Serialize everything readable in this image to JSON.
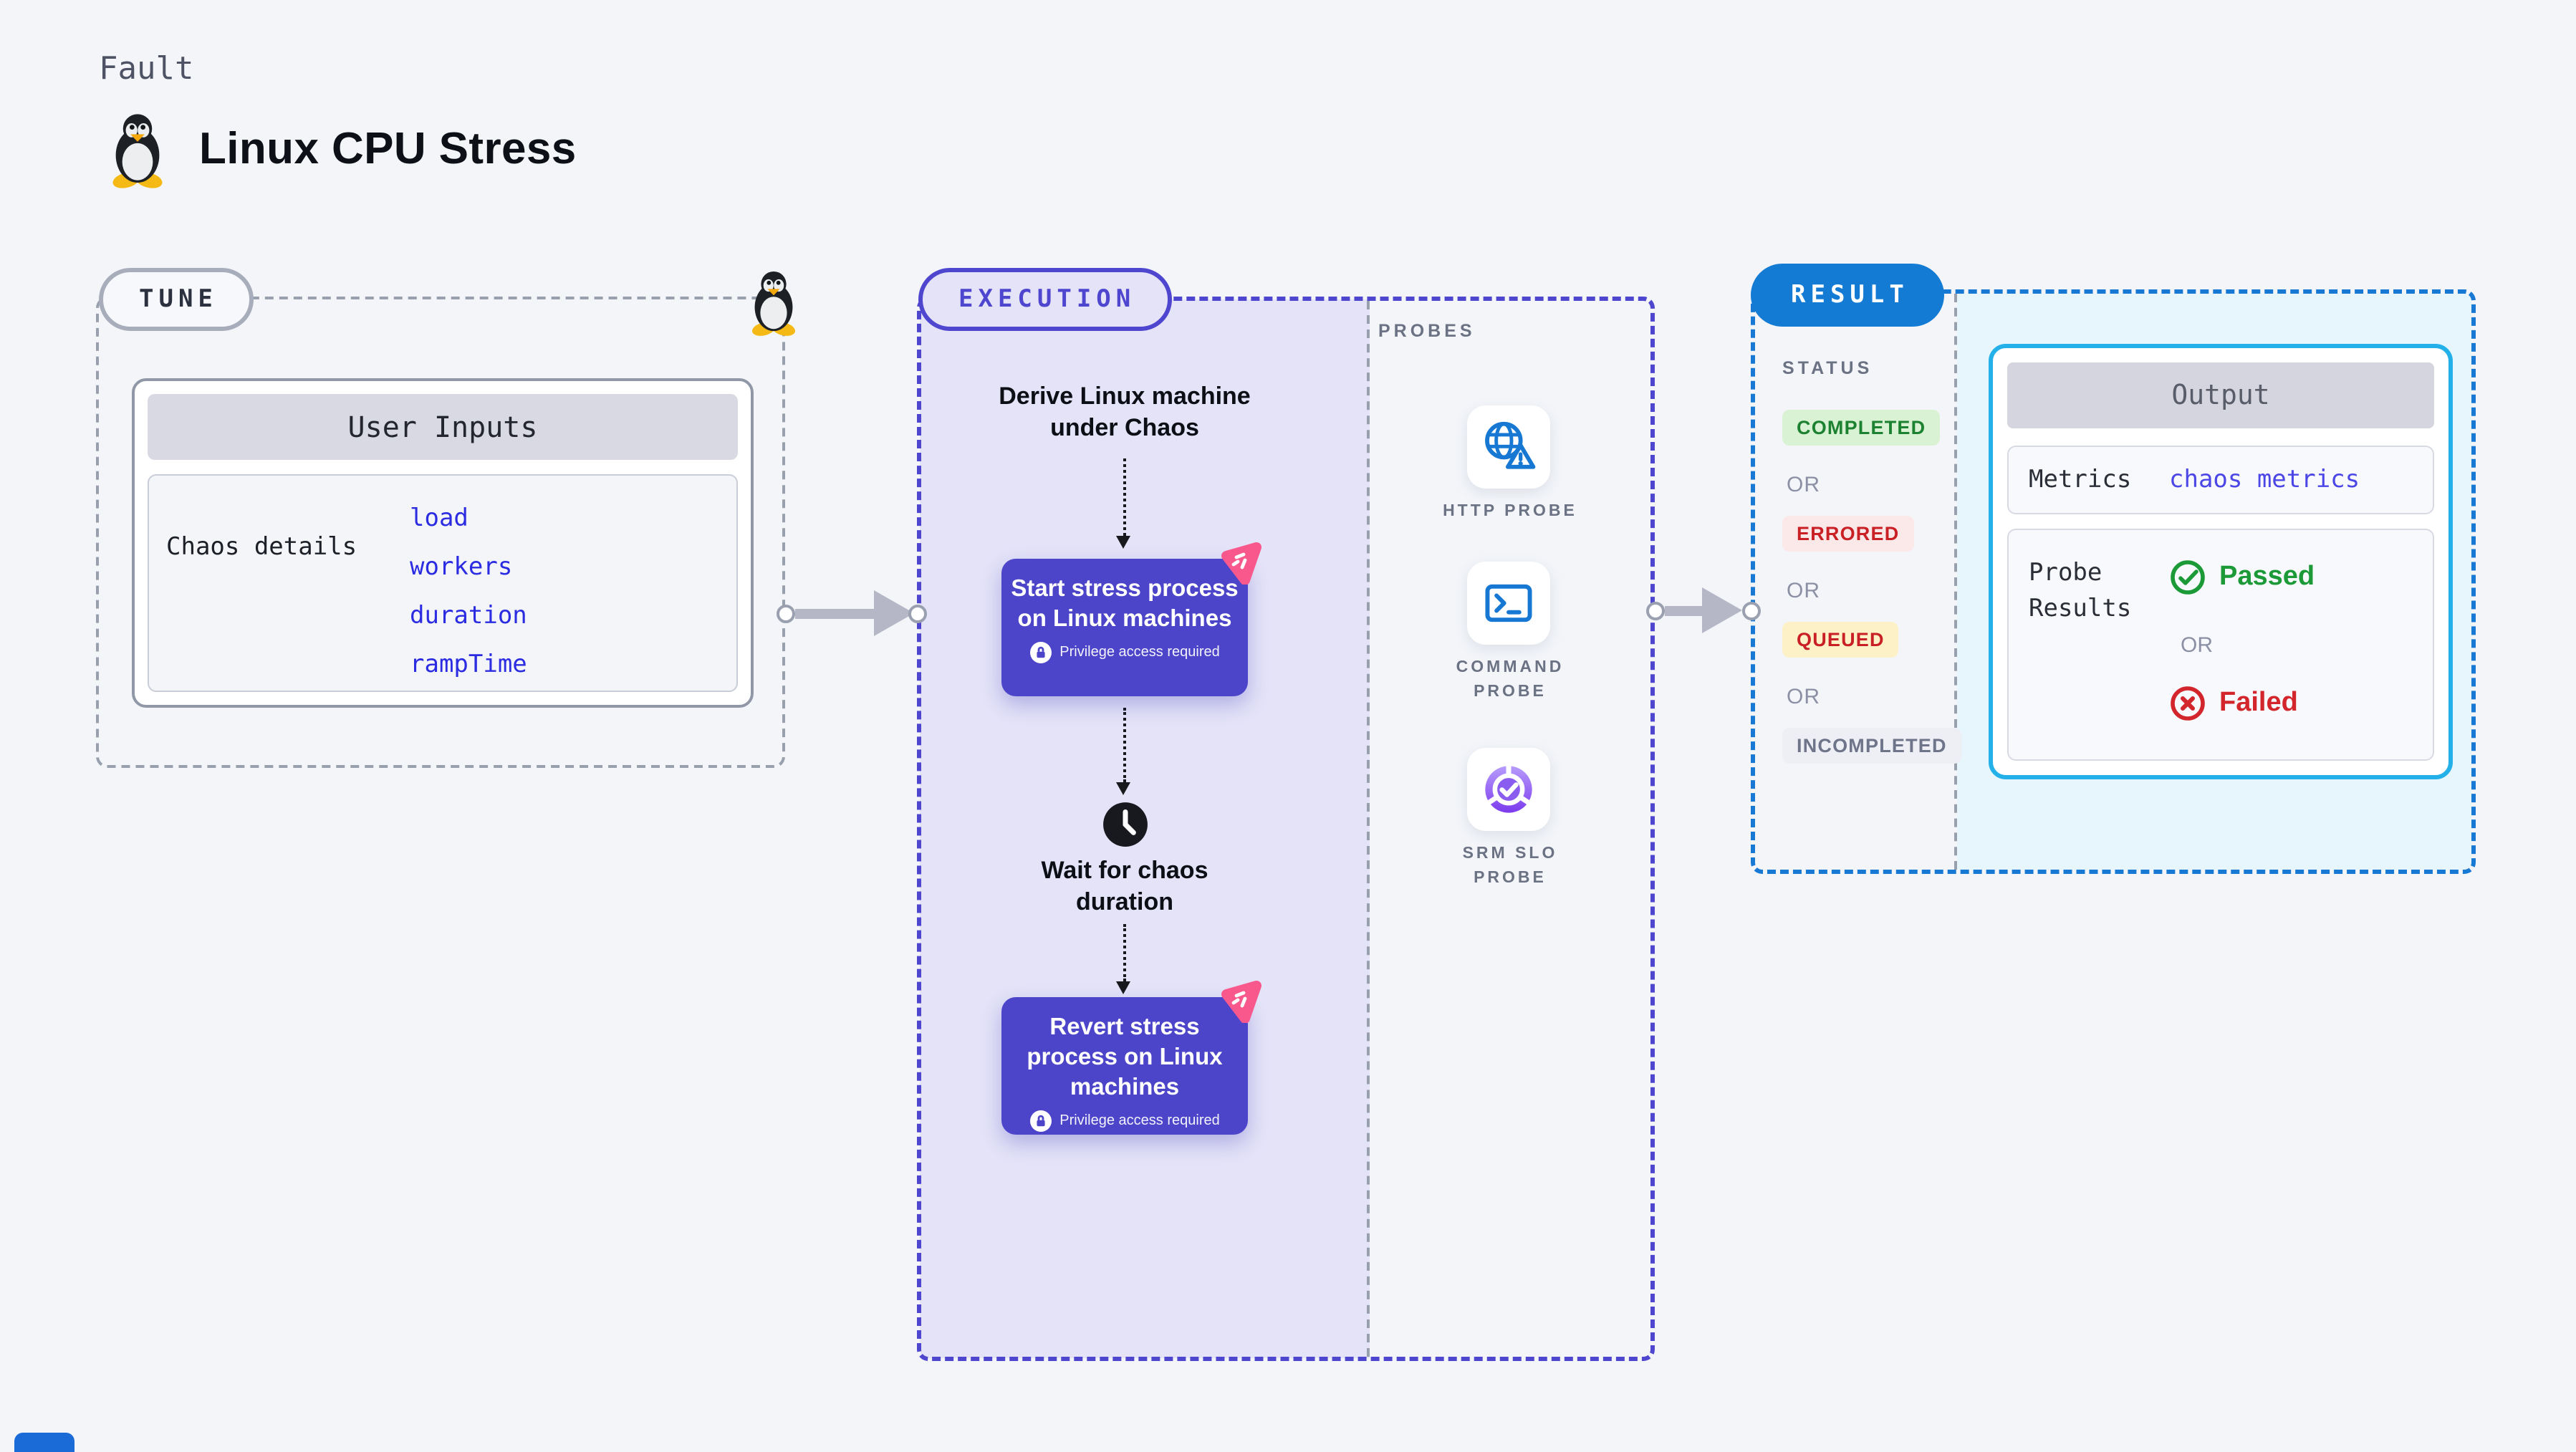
{
  "page": {
    "kicker": "Fault",
    "title": "Linux CPU Stress"
  },
  "tune": {
    "label": "TUNE",
    "card_header": "User Inputs",
    "row_label": "Chaos details",
    "inputs": [
      "load",
      "workers",
      "duration",
      "rampTime"
    ]
  },
  "execution": {
    "label": "EXECUTION",
    "derive_text": "Derive Linux machine under Chaos",
    "start_title": "Start stress process on Linux machines",
    "start_badge": "Privilege access required",
    "wait_text": "Wait for chaos duration",
    "revert_title": "Revert stress process on Linux machines",
    "revert_badge": "Privilege access required"
  },
  "probes": {
    "label": "PROBES",
    "items": [
      {
        "name": "HTTP PROBE",
        "icon": "globe-alert-icon"
      },
      {
        "name": "COMMAND PROBE",
        "icon": "terminal-icon"
      },
      {
        "name": "SRM SLO PROBE",
        "icon": "slo-donut-icon"
      }
    ]
  },
  "result": {
    "label": "RESULT",
    "status_label": "STATUS",
    "statuses": [
      "COMPLETED",
      "OR",
      "ERRORED",
      "OR",
      "QUEUED",
      "OR",
      "INCOMPLETED"
    ],
    "output": {
      "header": "Output",
      "metrics_label": "Metrics",
      "metrics_link": "chaos metrics",
      "probe_label": "Probe Results",
      "passed": "Passed",
      "or": "OR",
      "failed": "Failed"
    }
  },
  "colors": {
    "page_bg": "#f3f5f9",
    "indigo": "#4f46cf",
    "node_purple": "#4c44c9",
    "lavender": "#e4e3f8",
    "result_blue": "#1779d4",
    "cyan": "#24b0e8",
    "panel_blue": "#e7f5fc",
    "link_blue": "#2b2ce2",
    "mono_link": "#4b46e6",
    "green": "#1c9a38",
    "green_bg": "#daf2d4",
    "green_text": "#1c8131",
    "red": "#d2262c",
    "red_bg": "#fbe8e8",
    "yellow_bg": "#fdf1c8",
    "gray_badge_bg": "#edeff5",
    "gray_badge_text": "#6e7489",
    "probe_icon_blue": "#1678d3",
    "slo_purple": "#8b5cf6",
    "pink": "#f9588d",
    "arrow_gray": "#b5b7c7",
    "dash_gray": "#99a0ad"
  }
}
